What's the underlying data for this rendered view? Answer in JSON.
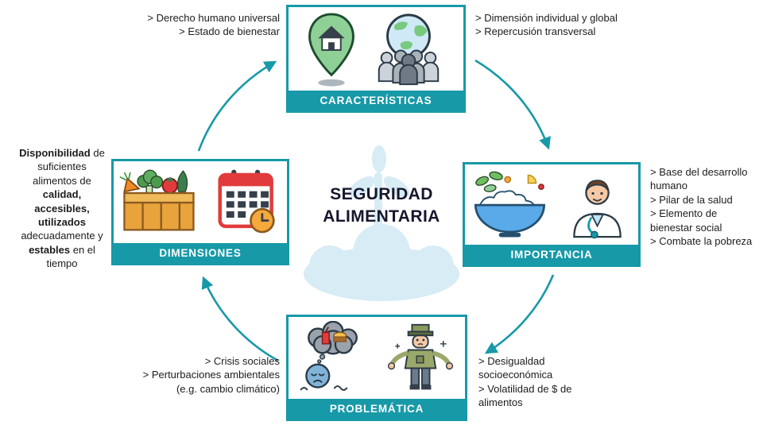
{
  "page": {
    "accent_color": "#1799a8",
    "title_line1": "SEGURIDAD",
    "title_line2": "ALIMENTARIA"
  },
  "nodes": {
    "caracteristicas": {
      "label": "CARACTERÍSTICAS",
      "icons": [
        "location-pin-house-icon",
        "globe-crowd-icon"
      ]
    },
    "importancia": {
      "label": "IMPORTANCIA",
      "icons": [
        "salad-bowl-icon",
        "doctor-icon"
      ]
    },
    "problematica": {
      "label": "PROBLEMÁTICA",
      "icons": [
        "sad-person-thought-cloud-icon",
        "impoverished-person-icon"
      ]
    },
    "dimensiones": {
      "label": "DIMENSIONES",
      "icons": [
        "vegetable-crate-icon",
        "calendar-clock-icon"
      ]
    }
  },
  "annotations": {
    "caracteristicas_left": {
      "items": [
        "> Derecho humano universal",
        "> Estado de bienestar"
      ]
    },
    "caracteristicas_right": {
      "items": [
        "> Dimensión individual y global",
        "> Repercusión transversal"
      ]
    },
    "importancia_right": {
      "items": [
        "> Base del desarrollo humano",
        "> Pilar de la salud",
        "> Elemento de bienestar social",
        "> Combate la pobreza"
      ]
    },
    "problematica_right": {
      "items": [
        "> Desigualdad socioeconómica",
        "> Volatilidad de $ de alimentos"
      ]
    },
    "problematica_left": {
      "items": [
        "> Crisis sociales",
        "> Perturbaciones ambientales (e.g. cambio climático)"
      ]
    },
    "dimensiones_left": {
      "segments": [
        {
          "text": "Disponibilidad",
          "bold": true
        },
        {
          "text": " de suficientes alimentos de ",
          "bold": false
        },
        {
          "text": "calidad, ",
          "bold": true
        },
        {
          "text": "accesibles, ",
          "bold": true
        },
        {
          "text": "utilizados",
          "bold": true
        },
        {
          "text": " adecuadamente y ",
          "bold": false
        },
        {
          "text": "estables",
          "bold": true
        },
        {
          "text": " en el tiempo",
          "bold": false
        }
      ]
    }
  }
}
